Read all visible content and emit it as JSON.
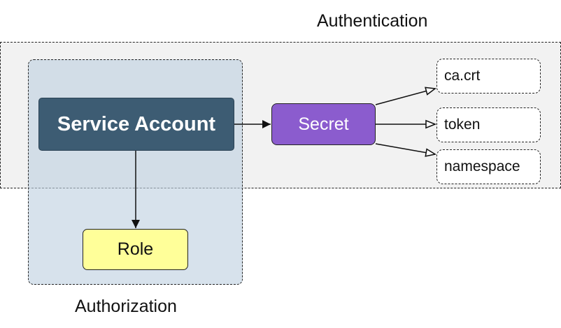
{
  "diagram": {
    "regions": {
      "authentication": {
        "label": "Authentication"
      },
      "authorization": {
        "label": "Authorization"
      }
    },
    "nodes": {
      "service_account": {
        "label": "Service Account",
        "fill": "#3d5c73"
      },
      "secret": {
        "label": "Secret",
        "fill": "#8b5cce"
      },
      "role": {
        "label": "Role",
        "fill": "#ffff99"
      },
      "ca_crt": {
        "label": "ca.crt"
      },
      "token": {
        "label": "token"
      },
      "namespace": {
        "label": "namespace"
      }
    },
    "edges": [
      {
        "from": "Service Account",
        "to": "Secret",
        "arrow": "filled"
      },
      {
        "from": "Service Account",
        "to": "Role",
        "arrow": "filled"
      },
      {
        "from": "Secret",
        "to": "ca.crt",
        "arrow": "open"
      },
      {
        "from": "Secret",
        "to": "token",
        "arrow": "open"
      },
      {
        "from": "Secret",
        "to": "namespace",
        "arrow": "open"
      }
    ],
    "colors": {
      "authentication_region": "#f2f2f2",
      "authorization_region": "#bed0e1"
    }
  }
}
